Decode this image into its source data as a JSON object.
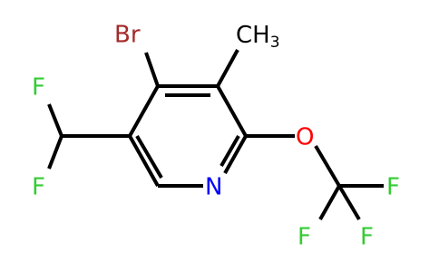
{
  "molecule": {
    "atoms": {
      "br": {
        "label": "Br",
        "color": "#a52a2a"
      },
      "ch3": {
        "label": "CH",
        "subscript": "3",
        "color": "#000000"
      },
      "n": {
        "label": "N",
        "color": "#0000ff"
      },
      "o": {
        "label": "O",
        "color": "#ff0000"
      },
      "f_chf2_top": {
        "label": "F",
        "color": "#33cc33"
      },
      "f_chf2_bottom": {
        "label": "F",
        "color": "#33cc33"
      },
      "f_cf3_right": {
        "label": "F",
        "color": "#33cc33"
      },
      "f_cf3_bottom_left": {
        "label": "F",
        "color": "#33cc33"
      },
      "f_cf3_bottom_right": {
        "label": "F",
        "color": "#33cc33"
      }
    },
    "bond_color": "#000000",
    "halogen_color": "#33cc33",
    "bromine_color": "#a52a2a",
    "nitrogen_color": "#0000ff",
    "oxygen_color": "#ff0000"
  }
}
